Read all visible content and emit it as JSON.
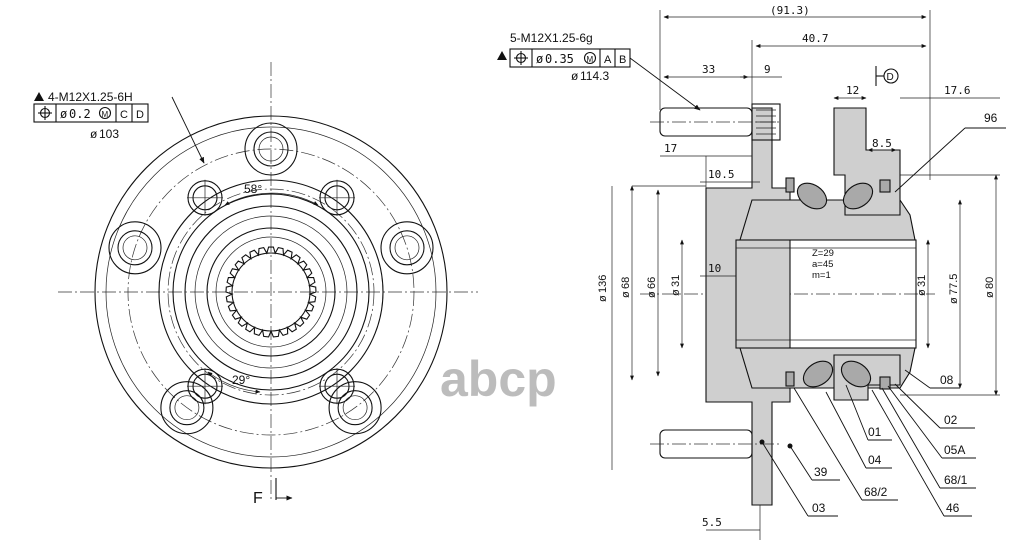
{
  "front_view": {
    "thread_callout": "4-M12X1.25-6H",
    "fcf_tolerance": "0.2",
    "fcf_datum_1": "C",
    "fcf_datum_2": "D",
    "bolt_circle": "103",
    "angle_top": "58°",
    "angle_bottom": "29°",
    "view_label": "F"
  },
  "watermark": "abcp",
  "section_view": {
    "thread_callout": "5-M12X1.25-6g",
    "fcf_tolerance": "0.35",
    "fcf_datum_1": "A",
    "fcf_datum_2": "B",
    "bolt_circle": "114.3",
    "datum_flag": "D",
    "gear_z": "Z=29",
    "gear_a": "a=45",
    "gear_m": "m=1",
    "dims": {
      "overall_length": "(91.3)",
      "d40_7": "40.7",
      "d33": "33",
      "d9": "9",
      "d12": "12",
      "d17_6": "17.6",
      "d8_5": "8.5",
      "d17": "17",
      "d10_5": "10.5",
      "d10": "10",
      "d5_5": "5.5",
      "dia136": "136",
      "dia68": "68",
      "dia66": "66",
      "dia31_left": "31",
      "dia31_right": "31",
      "dia77_5": "77.5",
      "dia80": "80"
    },
    "callouts": [
      "96",
      "08",
      "02",
      "05A",
      "68/1",
      "46",
      "01",
      "04",
      "68/2",
      "39",
      "03"
    ]
  }
}
